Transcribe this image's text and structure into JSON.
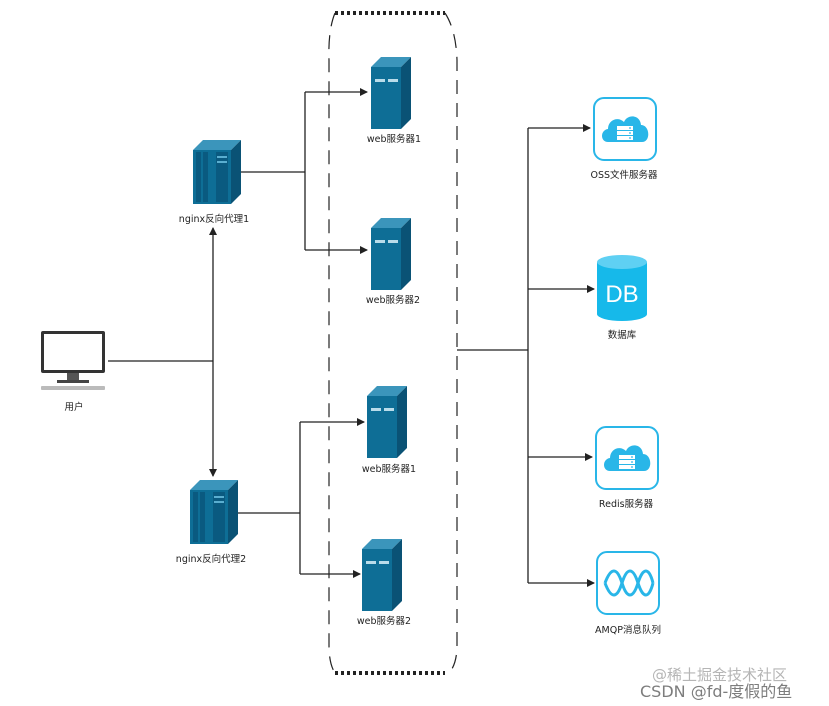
{
  "labels": {
    "user": "用户",
    "nginx1": "nginx反向代理1",
    "nginx2": "nginx反向代理2",
    "web_top_1": "web服务器1",
    "web_top_2": "web服务器2",
    "web_bottom_1": "web服务器1",
    "web_bottom_2": "web服务器2",
    "oss": "OSS文件服务器",
    "db": "数据库",
    "db_icon_text": "DB",
    "redis": "Redis服务器",
    "amqp": "AMQP消息队列"
  },
  "watermark": {
    "line1": "@稀土掘金技术社区",
    "line2": "CSDN @fd-度假的鱼"
  },
  "colors": {
    "server_blue": "#0e6e96",
    "server_dark": "#0a5275",
    "server_light": "#3b95bb",
    "cloud_blue": "#29b6e8",
    "line": "#222222"
  }
}
